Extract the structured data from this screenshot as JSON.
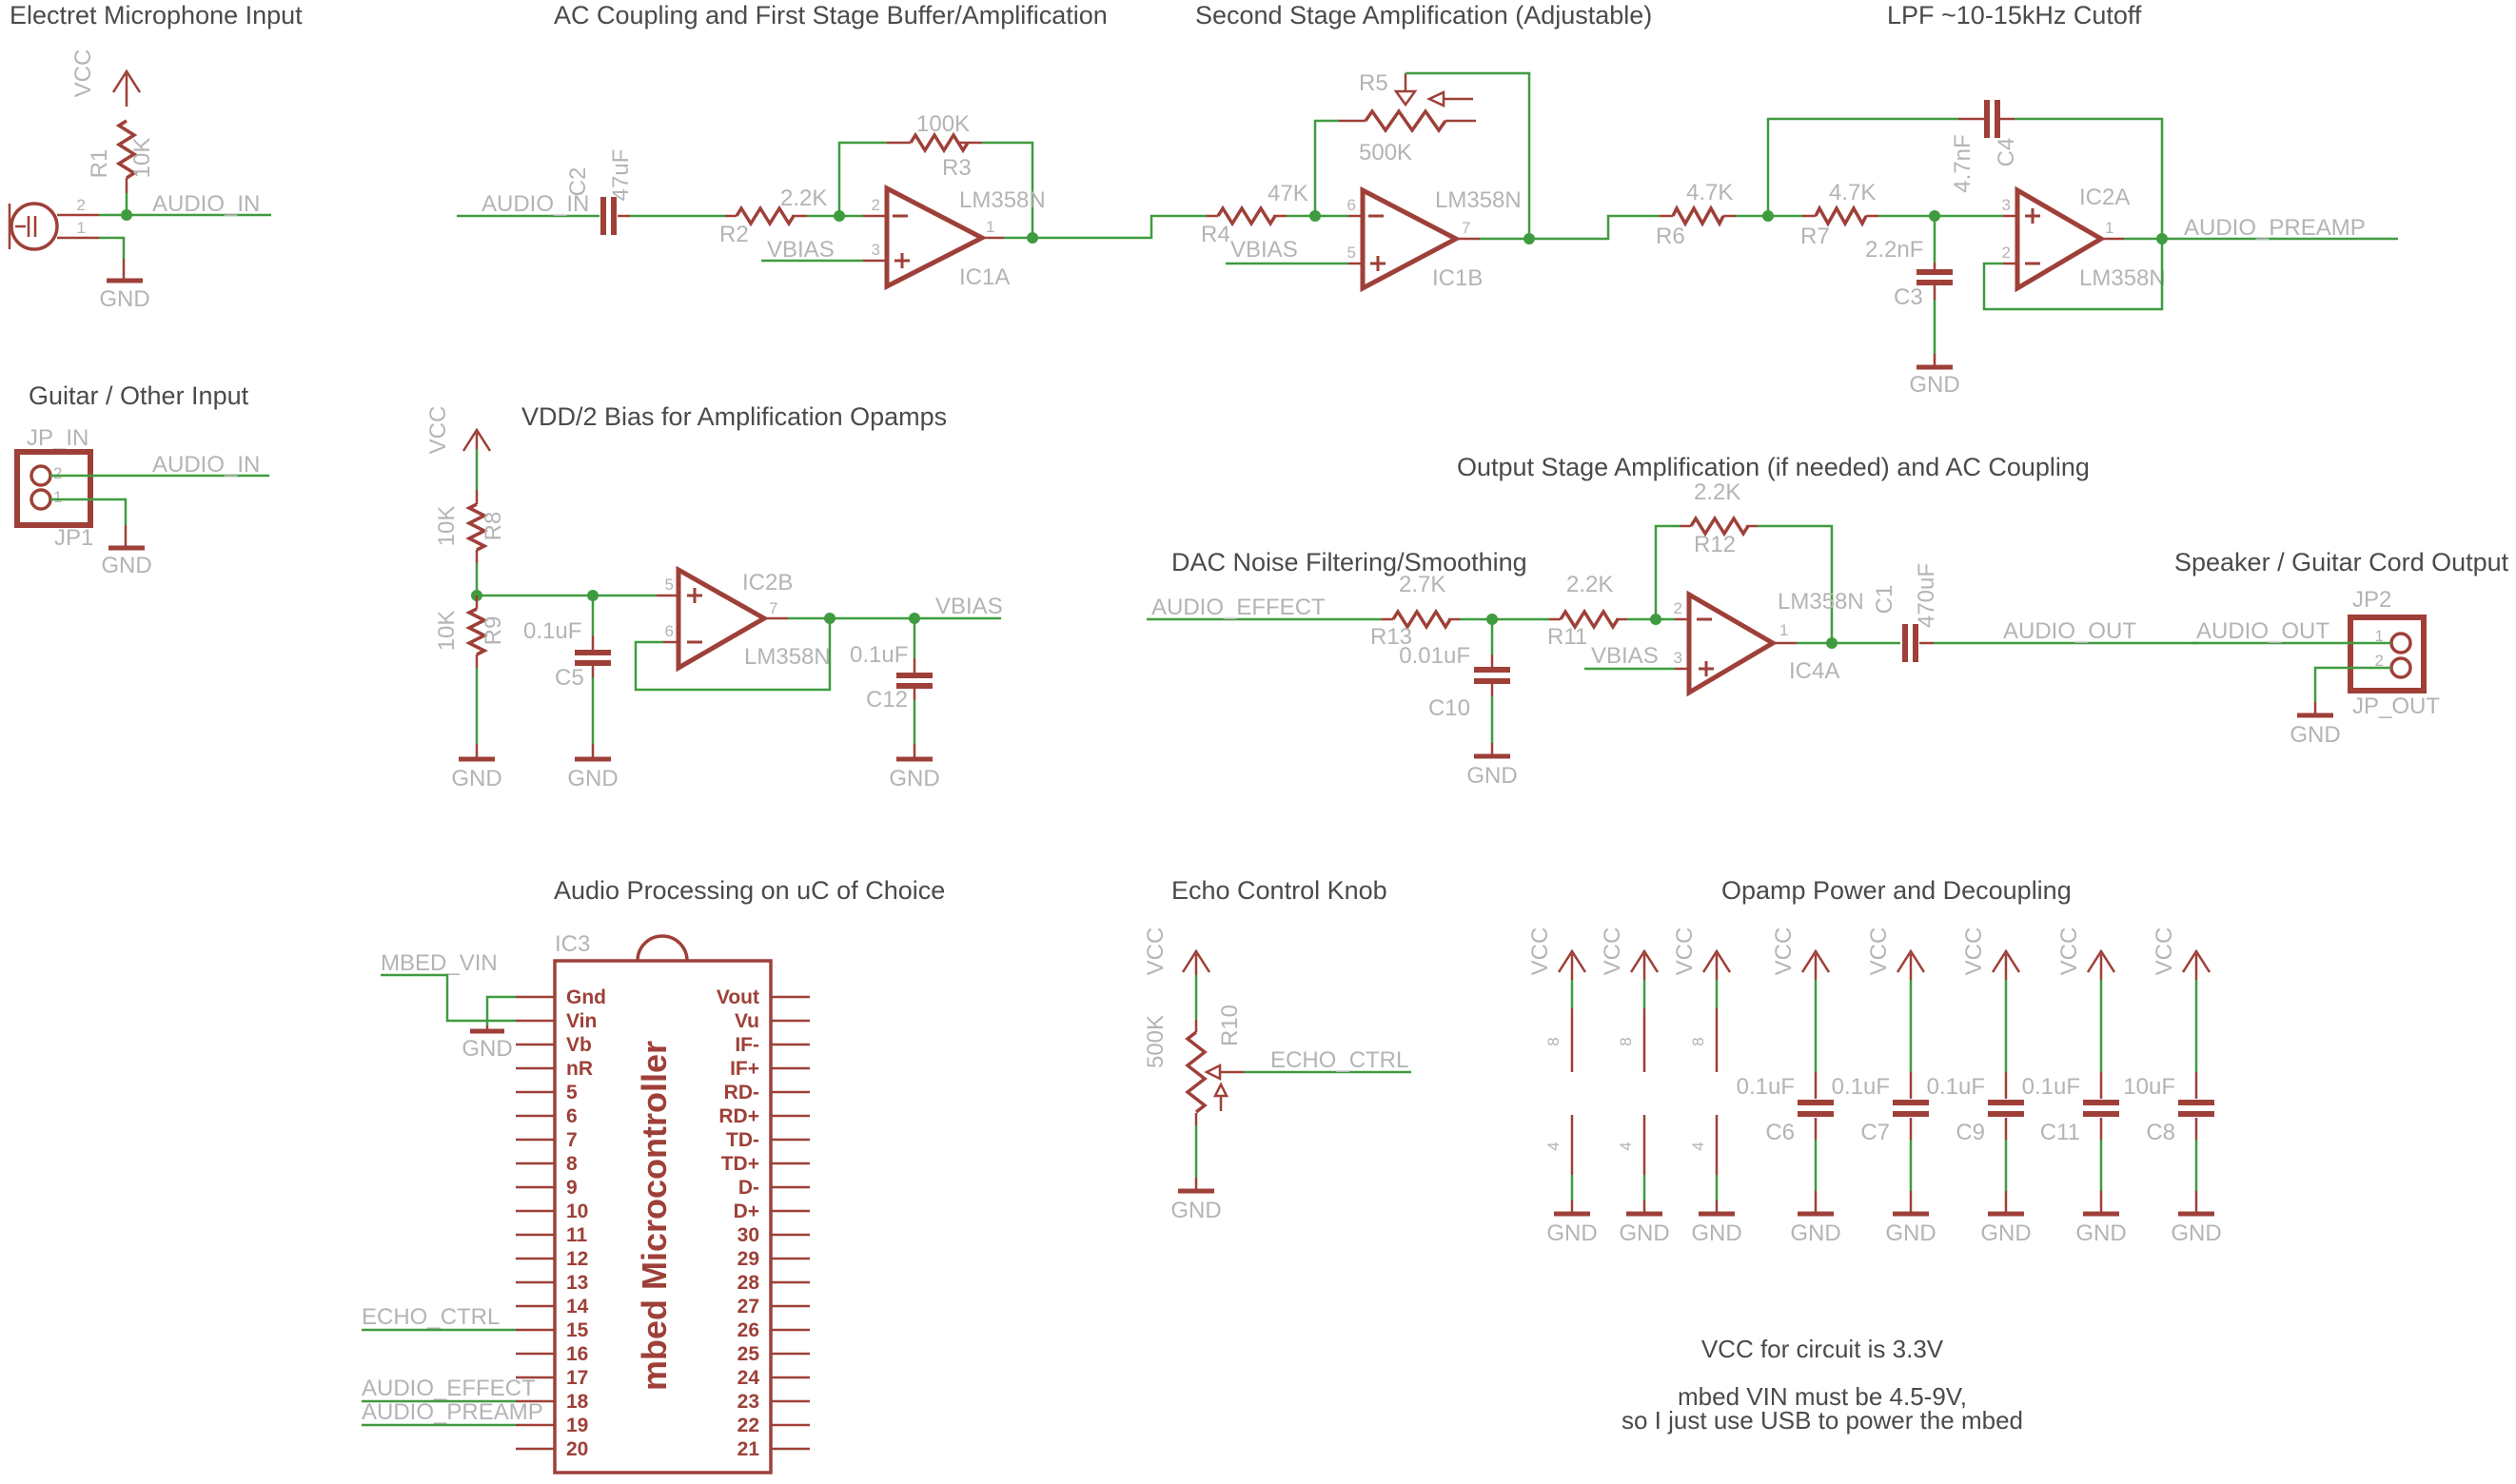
{
  "colors": {
    "wire": "#3f9b3f",
    "part": "#9e4038",
    "label": "#b4b4b4",
    "title": "#4a4a4a"
  },
  "mic": {
    "title": "Electret Microphone Input",
    "vcc": "VCC",
    "r1": "R1",
    "r1_val": "10K",
    "pin2": "2",
    "pin1": "1",
    "net": "AUDIO_IN",
    "gnd": "GND"
  },
  "guitar": {
    "title": "Guitar / Other Input",
    "jp_label": "JP_IN",
    "jp_name": "JP1",
    "pin2": "2",
    "pin1": "1",
    "net": "AUDIO_IN",
    "gnd": "GND"
  },
  "stage1": {
    "title": "AC Coupling and First Stage Buffer/Amplification",
    "net_in": "AUDIO_IN",
    "c2": "C2",
    "c2_val": "47uF",
    "r2": "R2",
    "r2_val": "2.2K",
    "r3": "R3",
    "r3_val": "100K",
    "vbias": "VBIAS",
    "pin_inv": "2",
    "pin_nin": "3",
    "pin_out": "1",
    "part": "LM358N",
    "desig": "IC1A"
  },
  "stage2": {
    "title": "Second Stage Amplification (Adjustable)",
    "r4": "R4",
    "r4_val": "47K",
    "r5": "R5",
    "r5_val": "500K",
    "vbias": "VBIAS",
    "pin_inv": "6",
    "pin_nin": "5",
    "pin_out": "7",
    "part": "LM358N",
    "desig": "IC1B"
  },
  "lpf": {
    "title": "LPF ~10-15kHz Cutoff",
    "r6": "R6",
    "r6_val": "4.7K",
    "r7": "R7",
    "r7_val": "4.7K",
    "c4": "C4",
    "c4_val": "4.7nF",
    "c3": "C3",
    "c3_val": "2.2nF",
    "gnd": "GND",
    "pin_nin": "3",
    "pin_inv": "2",
    "pin_out": "1",
    "desig": "IC2A",
    "part": "LM358N",
    "net_out": "AUDIO_PREAMP"
  },
  "bias": {
    "title": "VDD/2 Bias for Amplification Opamps",
    "vcc": "VCC",
    "r8": "R8",
    "r8_val": "10K",
    "r9": "R9",
    "r9_val": "10K",
    "c5": "C5",
    "c5_val": "0.1uF",
    "c12": "C12",
    "c12_val": "0.1uF",
    "gnd": "GND",
    "pin_nin": "5",
    "pin_inv": "6",
    "pin_out": "7",
    "desig": "IC2B",
    "part": "LM358N",
    "net": "VBIAS"
  },
  "out": {
    "title": "Output Stage Amplification (if needed) and AC Coupling",
    "dac_title": "DAC Noise Filtering/Smoothing",
    "net_in": "AUDIO_EFFECT",
    "r13": "R13",
    "r13_val": "2.7K",
    "c10": "C10",
    "c10_val": "0.01uF",
    "r11": "R11",
    "r11_val": "2.2K",
    "r12": "R12",
    "r12_val": "2.2K",
    "vbias": "VBIAS",
    "pin_inv": "2",
    "pin_nin": "3",
    "pin_out": "1",
    "part": "LM358N",
    "desig": "IC4A",
    "c1": "C1",
    "c1_val": "470uF",
    "net_out": "AUDIO_OUT",
    "gnd": "GND"
  },
  "speaker": {
    "title": "Speaker / Guitar Cord Output",
    "net": "AUDIO_OUT",
    "jp_label": "JP2",
    "jp_name": "JP_OUT",
    "pin1": "1",
    "pin2": "2",
    "gnd": "GND"
  },
  "mcu": {
    "title": "Audio Processing on uC of Choice",
    "desig": "IC3",
    "body": "mbed Microcontroller",
    "net_vin": "MBED_VIN",
    "gnd": "GND",
    "net_echo": "ECHO_CTRL",
    "net_effect": "AUDIO_EFFECT",
    "net_preamp": "AUDIO_PREAMP",
    "left": [
      "Gnd",
      "Vin",
      "Vb",
      "nR",
      "5",
      "6",
      "7",
      "8",
      "9",
      "10",
      "11",
      "12",
      "13",
      "14",
      "15",
      "16",
      "17",
      "18",
      "19",
      "20"
    ],
    "right": [
      "Vout",
      "Vu",
      "IF-",
      "IF+",
      "RD-",
      "RD+",
      "TD-",
      "TD+",
      "D-",
      "D+",
      "30",
      "29",
      "28",
      "27",
      "26",
      "25",
      "24",
      "23",
      "22",
      "21"
    ]
  },
  "echo": {
    "title": "Echo Control Knob",
    "vcc": "VCC",
    "r10": "R10",
    "r10_val": "500K",
    "net": "ECHO_CTRL",
    "gnd": "GND"
  },
  "power": {
    "title": "Opamp Power and Decoupling",
    "vcc": "VCC",
    "gnd": "GND",
    "pin8": "8",
    "pin4": "4",
    "caps": [
      {
        "name": "C6",
        "val": "0.1uF"
      },
      {
        "name": "C7",
        "val": "0.1uF"
      },
      {
        "name": "C9",
        "val": "0.1uF"
      },
      {
        "name": "C11",
        "val": "0.1uF"
      },
      {
        "name": "C8",
        "val": "10uF"
      }
    ]
  },
  "notes": {
    "l1": "VCC for circuit is 3.3V",
    "l2": "mbed VIN must be 4.5-9V,",
    "l3": "so I just use USB to power the mbed"
  }
}
